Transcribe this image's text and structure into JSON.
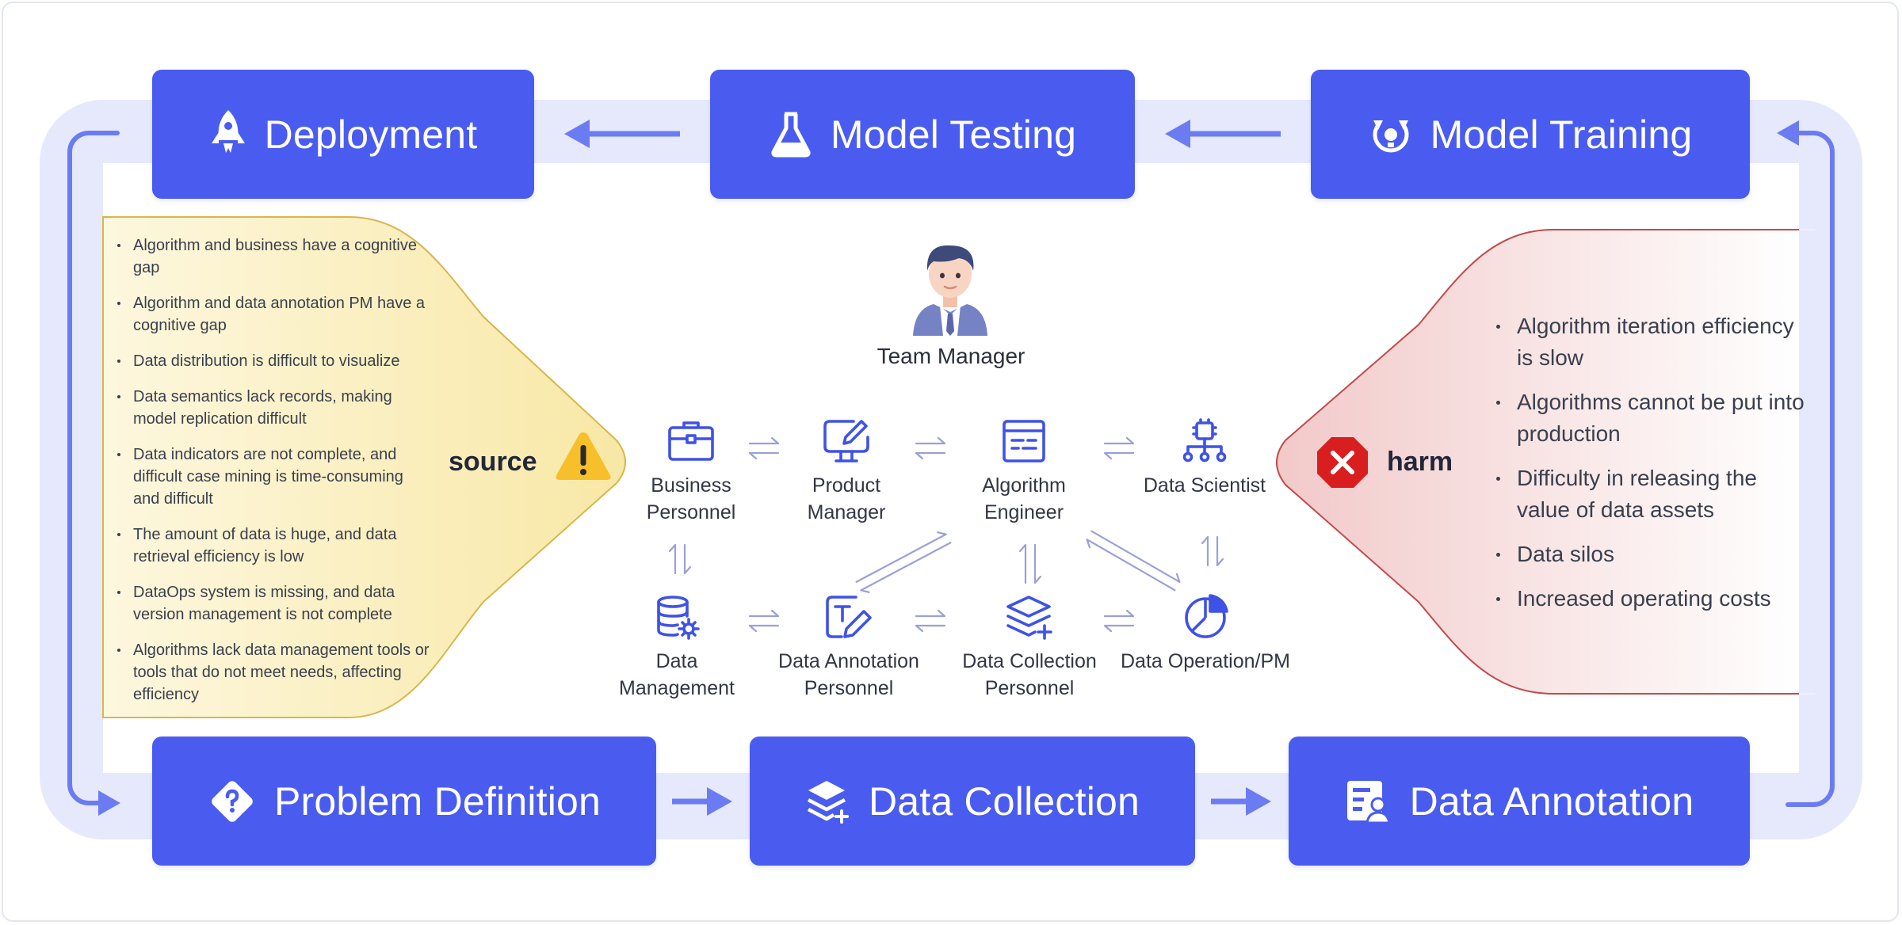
{
  "stages": {
    "deployment": "Deployment",
    "model_testing": "Model Testing",
    "model_training": "Model Training",
    "problem_definition": "Problem Definition",
    "data_collection": "Data Collection",
    "data_annotation": "Data Annotation"
  },
  "manager": {
    "label": "Team Manager",
    "icon": "manager-avatar-icon"
  },
  "roles": {
    "business_personnel": "Business\nPersonnel",
    "product_manager": "Product\nManager",
    "algorithm_engineer": "Algorithm\nEngineer",
    "data_scientist": "Data Scientist",
    "data_management": "Data\nManagement",
    "data_annotation_personnel": "Data Annotation\nPersonnel",
    "data_collection_personnel": "Data Collection\nPersonnel",
    "data_operation_pm": "Data Operation/PM"
  },
  "source": {
    "label": "source",
    "items": [
      "Algorithm and business have a cognitive gap",
      "Algorithm and data annotation PM have a cognitive gap",
      "Data distribution is difficult to visualize",
      "Data semantics lack records, making model replication difficult",
      "Data indicators are not complete, and difficult case mining is time-consuming and difficult",
      "The amount of data is huge, and data retrieval efficiency is low",
      "DataOps system is missing, and data version management is not complete",
      "Algorithms lack data management tools or tools that do not meet needs, affecting efficiency"
    ]
  },
  "harm": {
    "label": "harm",
    "items": [
      "Algorithm iteration efficiency is slow",
      "Algorithms cannot be put into production",
      "Difficulty in releasing the value of data assets",
      "Data silos",
      "Increased operating costs"
    ]
  },
  "colors": {
    "stage_blue": "#4a5cf0",
    "track": "#e6e9fc",
    "loop_line": "#6b7cf2",
    "role_icon": "#3f52e6",
    "exchange_arrow": "#9aa0d8",
    "source_fill": "#fbf0c6",
    "source_border": "#d8b64a",
    "harm_fill": "#f5d2d2",
    "harm_border": "#c24a4a",
    "warning": "#f7c02a",
    "error": "#d81e1e"
  }
}
